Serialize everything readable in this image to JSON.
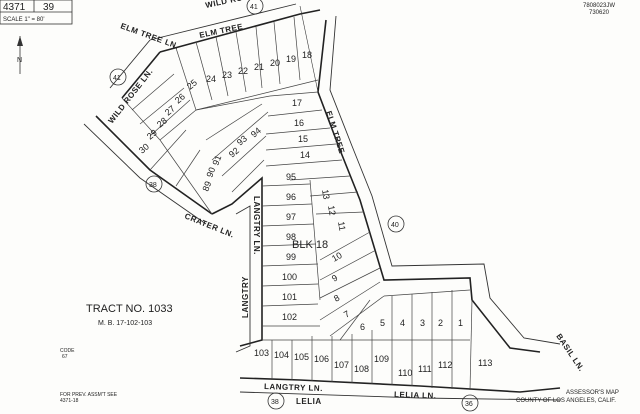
{
  "header": {
    "map_number": "4371",
    "page": "39",
    "scale_note": "SCALE 1\" = 80'",
    "corner_code_1": "7808023JW",
    "corner_code_2": "730620"
  },
  "adjacent_pages": {
    "p41_top": "41",
    "p41_left": "41",
    "p38_left": "38",
    "p40_right": "40",
    "p38_bottom": "38",
    "p36_bottom": "36"
  },
  "streets": {
    "wild_rose_top": "WILD ROSE LN.",
    "elm_tree_top": "ELM TREE LN.",
    "elm_tree_upper": "ELM TREE",
    "wild_rose_left": "WILD ROSE LN.",
    "elm_tree_right": "ELM TREE",
    "crater": "CRATER LN.",
    "langtry_mid": "LANGTRY LN.",
    "langtry_left": "LANGTRY",
    "langtry_bottom": "LANGTRY LN.",
    "lelia_bottom": "LELIA LN.",
    "lelia_mid": "LELIA",
    "basil": "BASIL LN."
  },
  "block_label": "BLK 18",
  "tract": {
    "title": "TRACT NO. 1033",
    "book": "M. B. 17-102-103"
  },
  "code": {
    "label": "CODE",
    "value": "67"
  },
  "footer": {
    "prev_assmt": "FOR PREV. ASSM'T SEE",
    "prev_ref": "4371-18",
    "assessor_line1": "ASSESSOR'S MAP",
    "assessor_line2": "COUNTY OF LOS ANGELES, CALIF."
  },
  "lots": {
    "l18": "18",
    "l19": "19",
    "l20": "20",
    "l21": "21",
    "l22": "22",
    "l23": "23",
    "l24": "24",
    "l25": "25",
    "l26": "26",
    "l27": "27",
    "l28": "28",
    "l29": "29",
    "l30": "30",
    "l17": "17",
    "l16": "16",
    "l15": "15",
    "l14": "14",
    "l13": "13",
    "l12": "12",
    "l11": "11",
    "l10": "10",
    "l9": "9",
    "l8": "8",
    "l7": "7",
    "l6": "6",
    "l5": "5",
    "l4": "4",
    "l3": "3",
    "l2": "2",
    "l1": "1",
    "l95": "95",
    "l96": "96",
    "l97": "97",
    "l98": "98",
    "l99": "99",
    "l100": "100",
    "l101": "101",
    "l102": "102",
    "l103": "103",
    "l104": "104",
    "l105": "105",
    "l106": "106",
    "l107": "107",
    "l108": "108",
    "l109": "109",
    "l110": "110",
    "l111": "111",
    "l112": "112",
    "l113": "113",
    "l94": "94",
    "l93": "93",
    "l92": "92",
    "l91": "91",
    "l90": "90",
    "l89": "89"
  }
}
